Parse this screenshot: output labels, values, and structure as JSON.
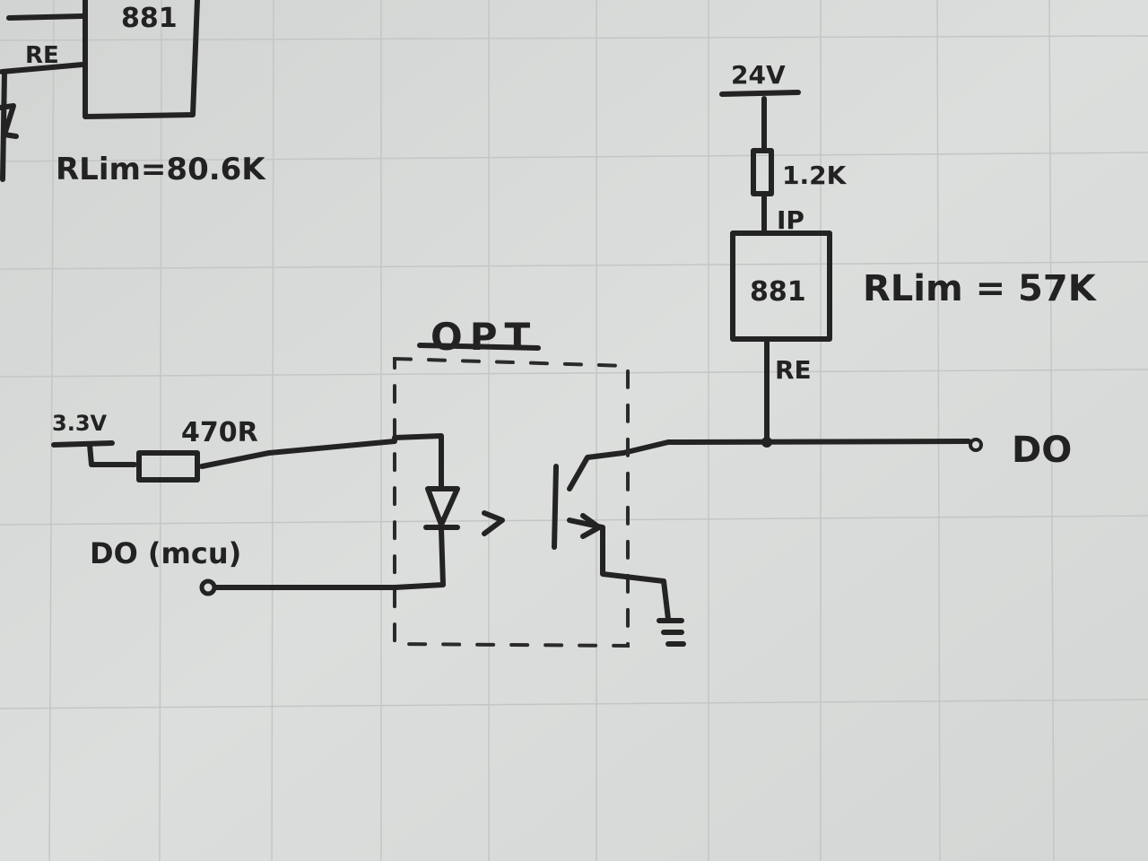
{
  "board": {
    "background": "#d9dbda",
    "ink": "#232323"
  },
  "top_left": {
    "chip_label": "881",
    "re_label": "RE",
    "rlim_label": "RLim=80.6K"
  },
  "right_circuit": {
    "supply_label": "24V",
    "resistor_label": "1.2K",
    "ip_label": "IP",
    "chip_label": "881",
    "rlim_label": "RLim = 57K",
    "re_label": "RE",
    "output_label": "DO"
  },
  "optocoupler": {
    "label": "OPT"
  },
  "input_side": {
    "supply_label": "3.3V",
    "resistor_label": "470R",
    "mcu_pin_label": "DO (mcu)"
  }
}
